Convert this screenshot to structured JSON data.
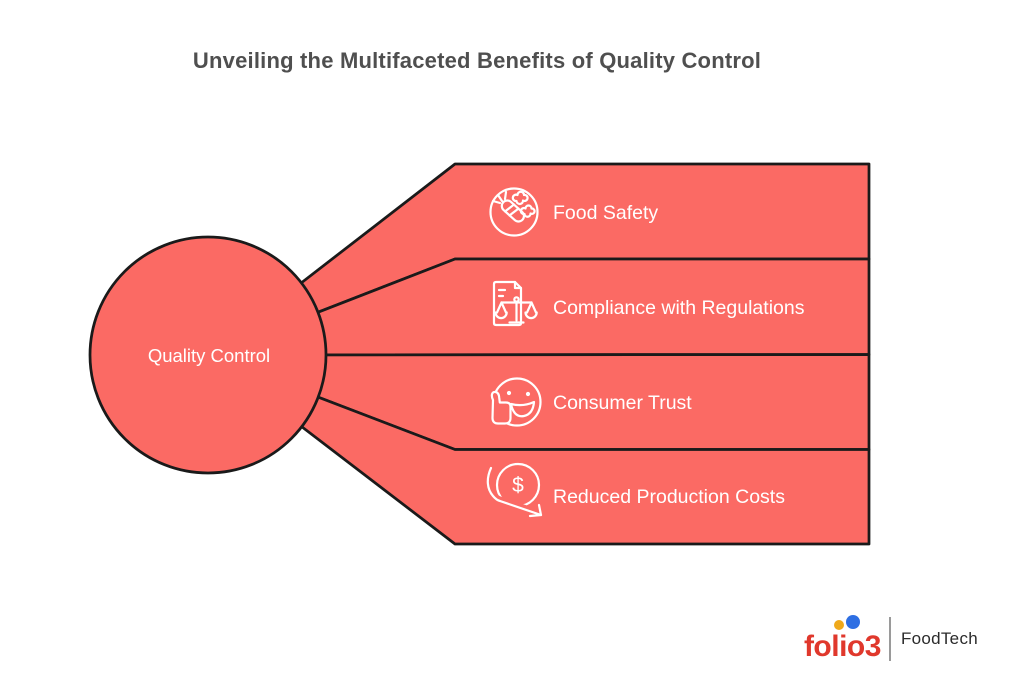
{
  "title": {
    "text": "Unveiling the Multifaceted Benefits of Quality Control"
  },
  "diagram": {
    "hub": {
      "label": "Quality Control"
    },
    "benefits": [
      {
        "label": "Food Safety",
        "icon": "vegetables-icon"
      },
      {
        "label": "Compliance with Regulations",
        "icon": "document-scales-icon"
      },
      {
        "label": "Consumer Trust",
        "icon": "smiley-thumbs-up-icon"
      },
      {
        "label": "Reduced Production Costs",
        "icon": "dollar-decrease-icon",
        "icon_glyph": "$"
      }
    ],
    "colors": {
      "shape_fill": "#FB6A64",
      "shape_stroke": "#1a1a1a",
      "label_text": "#FFFFFF",
      "title_text": "#4F4F4F"
    }
  },
  "logo": {
    "brand": "folio3",
    "division": "FoodTech",
    "colors": {
      "brand_red": "#E0382C",
      "dot_yellow": "#EFA91B",
      "dot_blue": "#2E6FE3",
      "division_text": "#2B2B2B",
      "divider": "#9A9A9A"
    }
  }
}
